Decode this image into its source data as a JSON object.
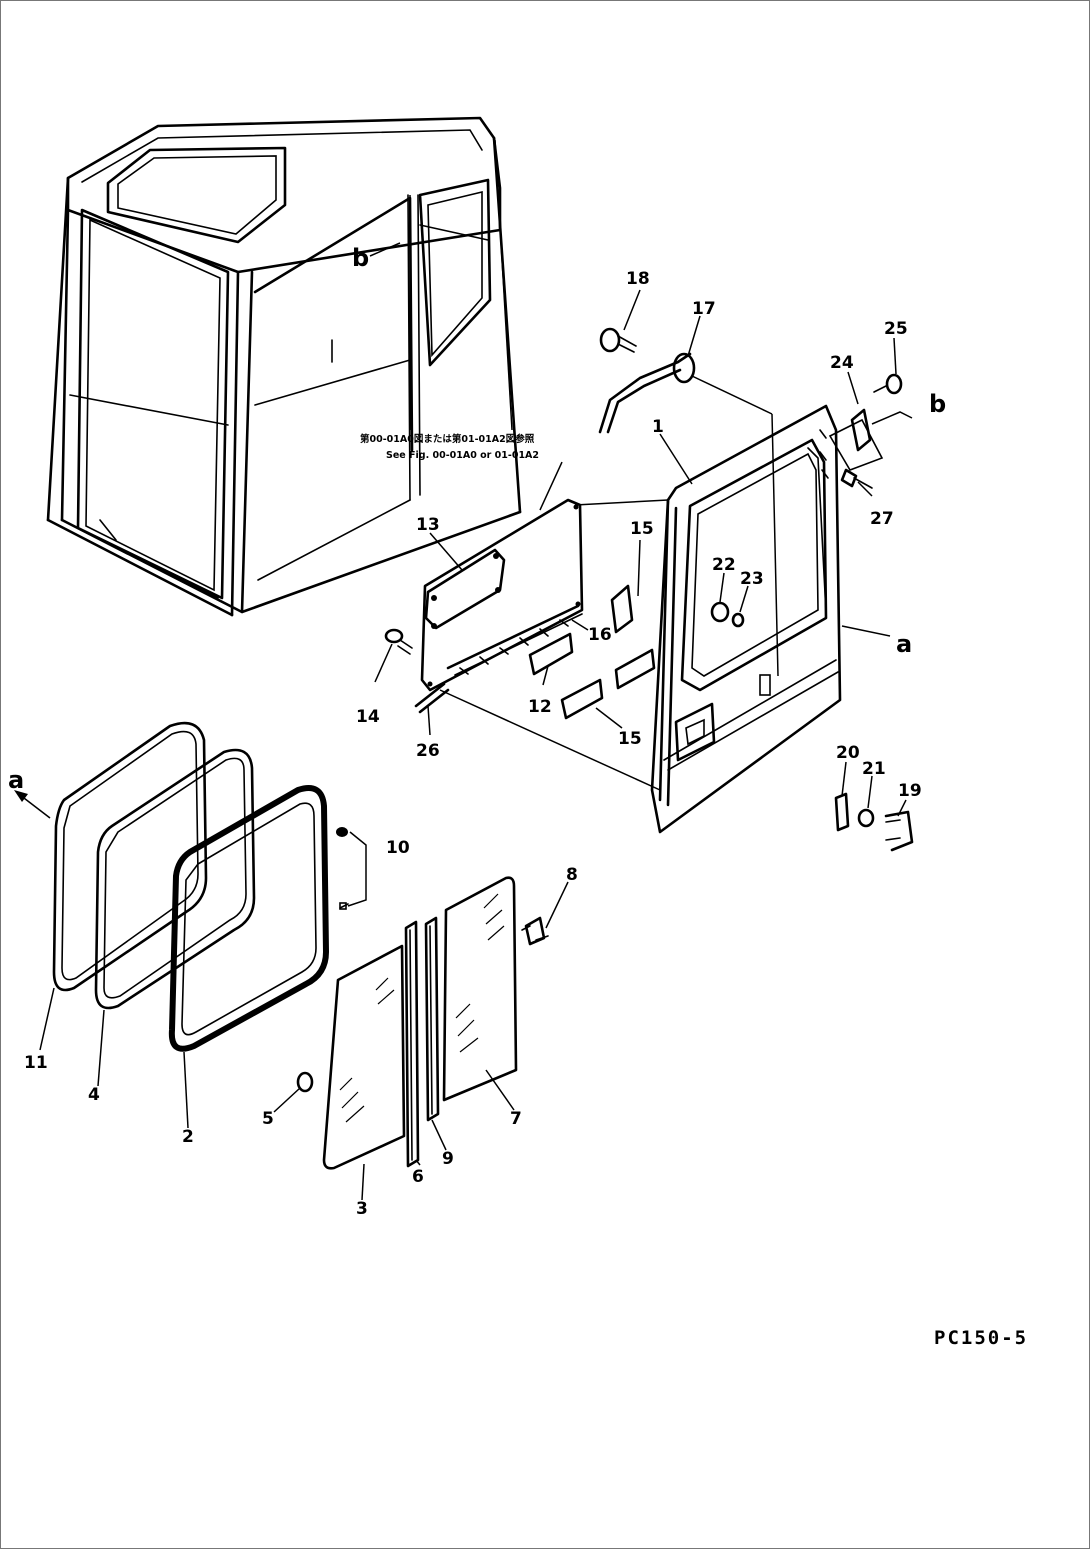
{
  "reference_note": {
    "line1": "第00-01A0図または第01-01A2図参照",
    "line2": "See Fig. 00-01A0 or 01-01A2"
  },
  "model_code": "PC150-5",
  "view_letters": {
    "a": "a",
    "b": "b"
  },
  "part_numbers": [
    "1",
    "2",
    "3",
    "4",
    "5",
    "6",
    "7",
    "8",
    "9",
    "10",
    "11",
    "12",
    "13",
    "14",
    "15",
    "16",
    "17",
    "18",
    "19",
    "20",
    "21",
    "22",
    "23",
    "24",
    "25",
    "26",
    "27"
  ]
}
